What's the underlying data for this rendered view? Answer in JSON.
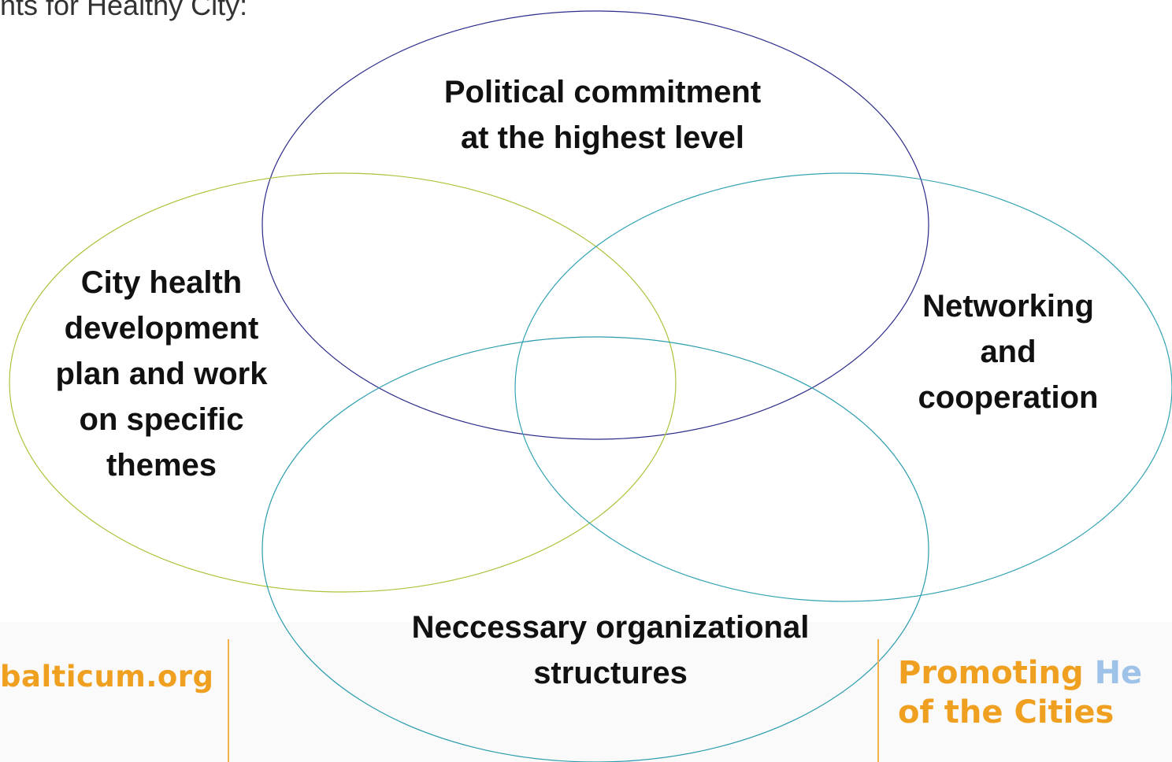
{
  "header": {
    "title_fragment": "nts for Healthy City:"
  },
  "diagram": {
    "ellipses": [
      {
        "id": "political",
        "label": "Political commitment\nat the highest level",
        "stroke": "#2b2b8a"
      },
      {
        "id": "city",
        "label": "City health\ndevelopment\nplan and work\non specific\nthemes",
        "stroke": "#a8c43a"
      },
      {
        "id": "network",
        "label": "Networking\nand\ncooperation",
        "stroke": "#33a3b3"
      },
      {
        "id": "org",
        "label": "Neccessary organizational\nstructures",
        "stroke": "#2a9cad"
      }
    ]
  },
  "footer": {
    "site": "balticum.org",
    "brand_line1_a": "Promoting ",
    "brand_line1_b": "He",
    "brand_line2": "of the Cities",
    "accent_color": "#f0a020",
    "highlight_color": "#9fc3e8"
  }
}
